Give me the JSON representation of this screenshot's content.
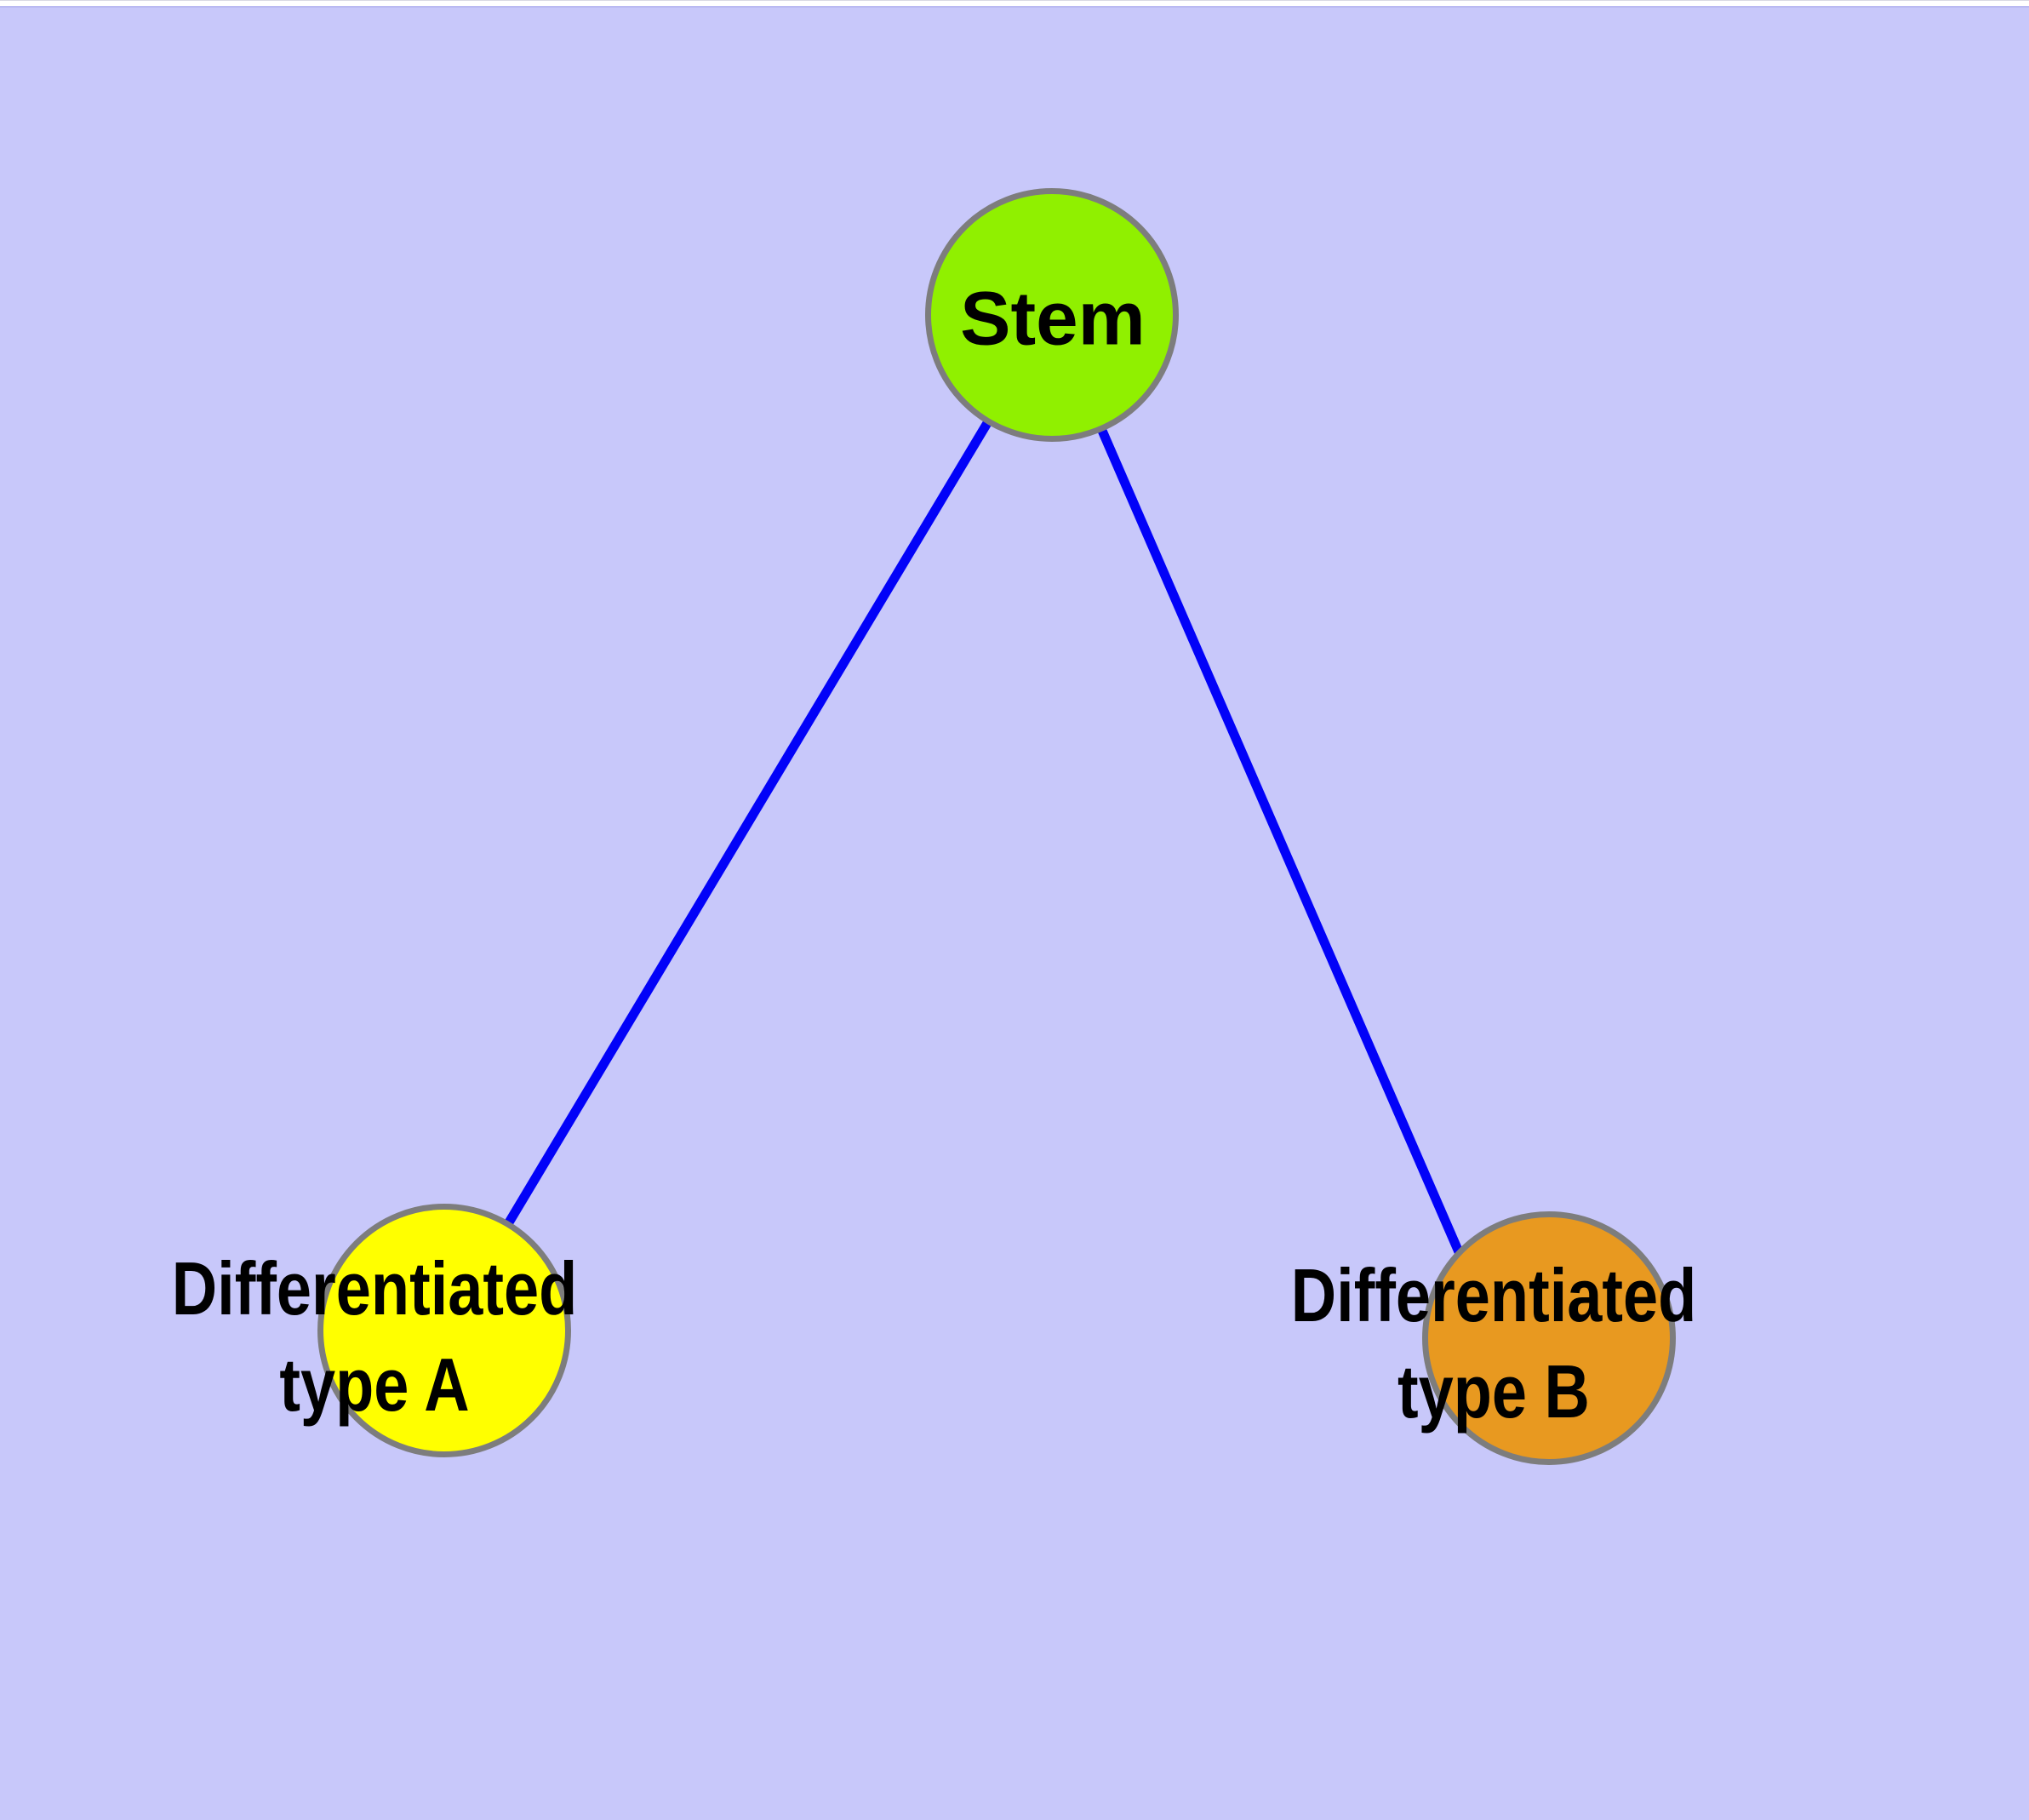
{
  "canvas": {
    "background": "#C8C8FA"
  },
  "graph": {
    "type": "node-link-diagram",
    "edge_color": "#0202F8",
    "node_border_color": "#7D7D7D",
    "nodes": [
      {
        "id": "stem",
        "label": "Stem",
        "fill": "#90F000"
      },
      {
        "id": "type-a",
        "label_line1": "Differentiated",
        "label_line2": "type A",
        "fill": "#FFFF00"
      },
      {
        "id": "type-b",
        "label_line1": "Differentiated",
        "label_line2": "type B",
        "fill": "#E89920"
      }
    ],
    "edges": [
      {
        "from": "stem",
        "to": "type-a"
      },
      {
        "from": "stem",
        "to": "type-b"
      }
    ]
  }
}
